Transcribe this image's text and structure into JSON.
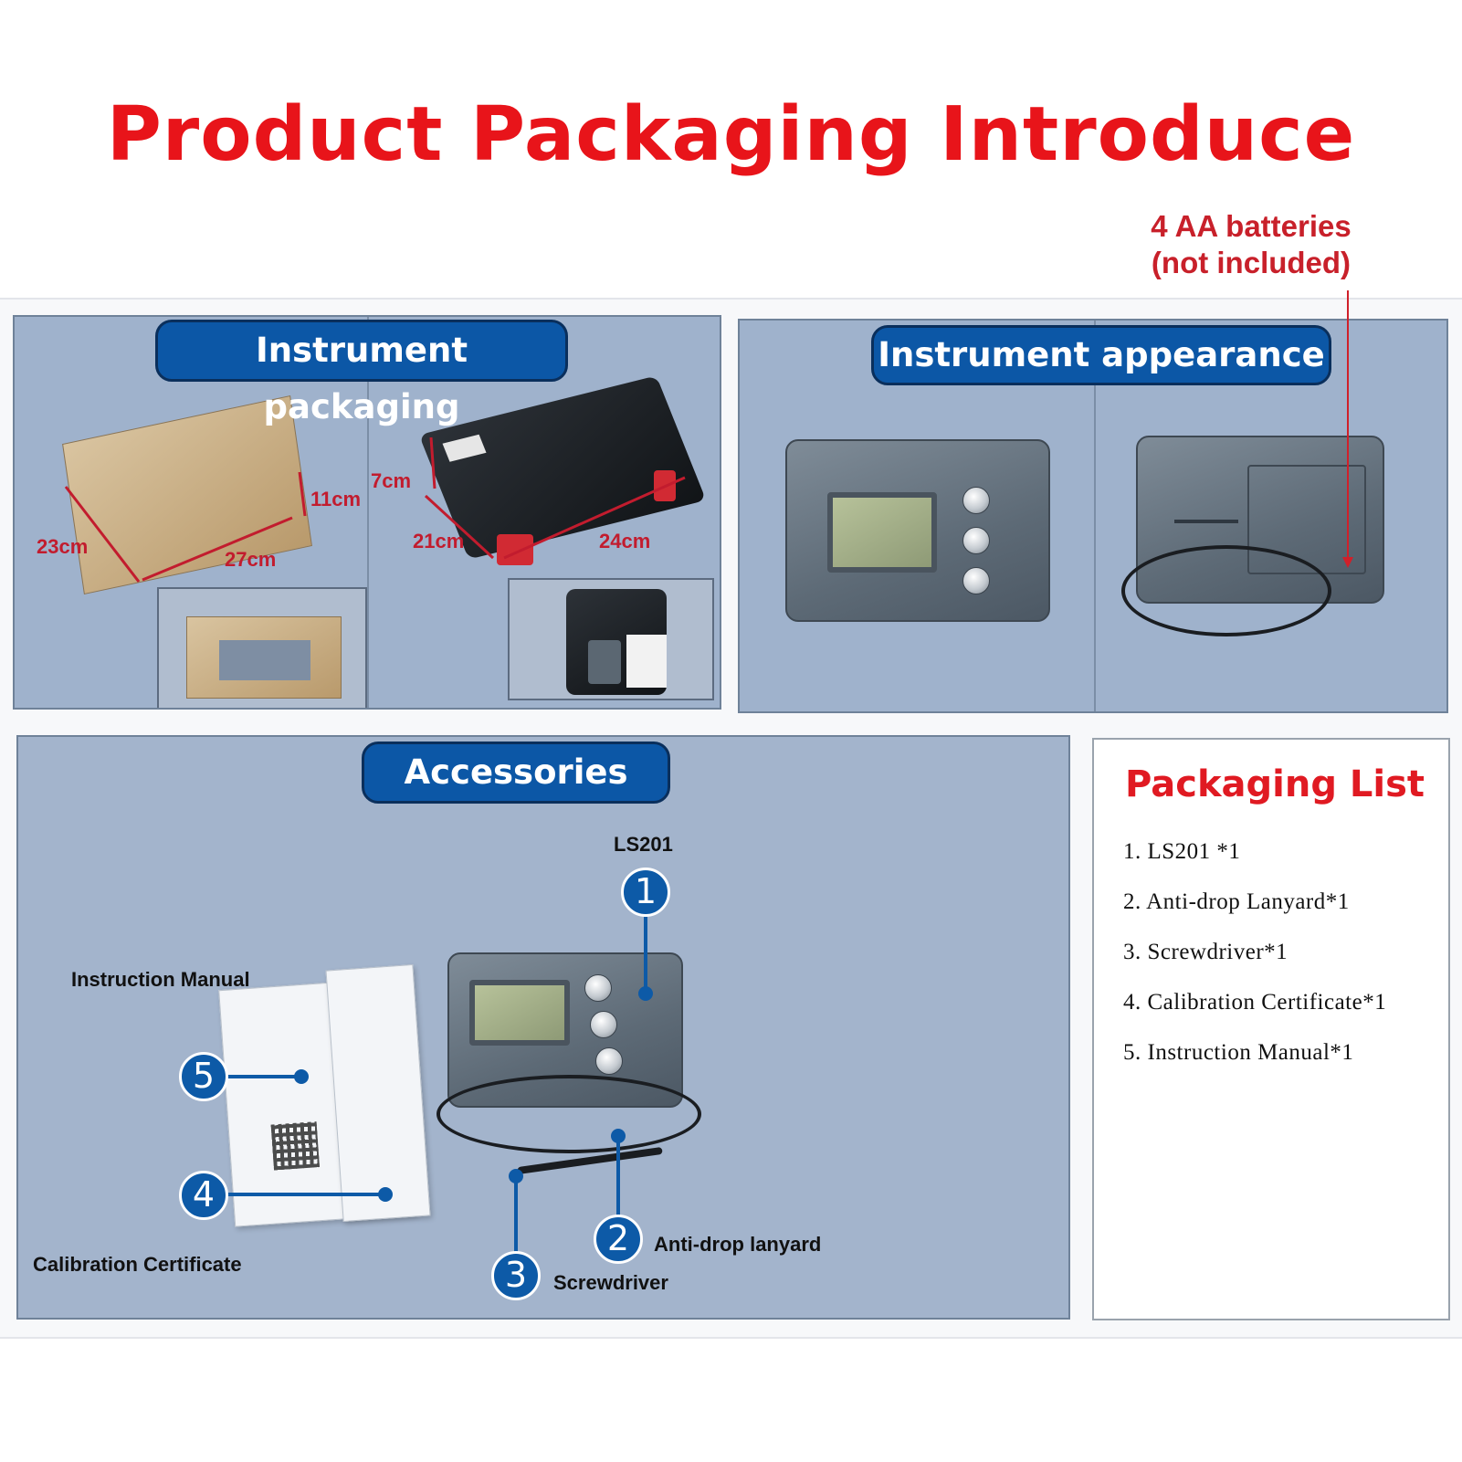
{
  "title": "Product Packaging Introduce",
  "battery_note": {
    "line1": "4 AA batteries",
    "line2": "(not included)",
    "color": "#c8202a"
  },
  "sections": {
    "packaging": {
      "label": "Instrument packaging",
      "carton_dims": {
        "length": "27cm",
        "width": "23cm",
        "height": "11cm"
      },
      "case_dims": {
        "length": "24cm",
        "width": "21cm",
        "height": "7cm"
      }
    },
    "appearance": {
      "label": "Instrument appearance"
    },
    "accessories": {
      "label": "Accessories",
      "callouts": [
        {
          "num": "1",
          "label": "LS201"
        },
        {
          "num": "2",
          "label": "Anti-drop lanyard"
        },
        {
          "num": "3",
          "label": "Screwdriver"
        },
        {
          "num": "4",
          "label": "Calibration Certificate"
        },
        {
          "num": "5",
          "label": "Instruction Manual"
        }
      ]
    }
  },
  "packaging_list": {
    "title": "Packaging List",
    "items": [
      "1. LS201 *1",
      "2. Anti-drop Lanyard*1",
      "3. Screwdriver*1",
      "4. Calibration Certificate*1",
      "5. Instruction Manual*1"
    ]
  },
  "colors": {
    "title_red": "#e8141a",
    "pill_blue": "#0c57a6",
    "badge_blue": "#0d5aa7",
    "panel_bg": "#9fb2cc",
    "dimension_red": "#c21c2e"
  }
}
